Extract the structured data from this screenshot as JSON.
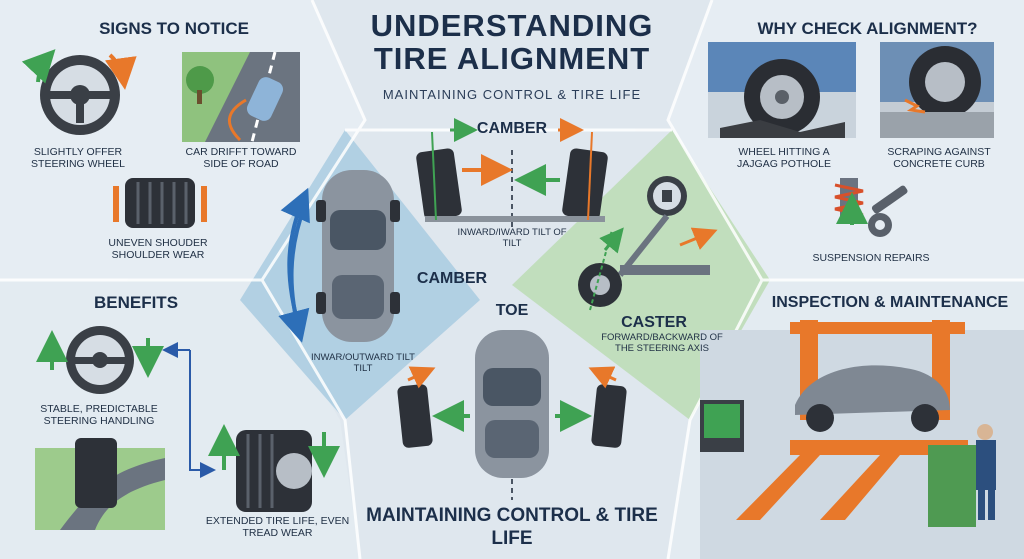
{
  "header": {
    "title_line1": "Understanding",
    "title_line2": "Tire Alignment",
    "subtitle": "Maintaining Control & Tire Life"
  },
  "signs": {
    "heading": "Signs to Notice",
    "steering_caption": "Slightly offer steering wheel",
    "drift_caption": "Car drifft toward side of road",
    "wear_caption": "Uneven shouder shoulder wear"
  },
  "why": {
    "heading": "Why Check Alignment?",
    "pothole_caption": "Wheel hitting a jajgag pothole",
    "curb_caption": "Scraping against concrete curb",
    "suspension_caption": "Suspension Repairs"
  },
  "benefits": {
    "heading": "Benefits",
    "steering_caption": "Stable, predictable steering handling",
    "tire_caption": "Extended tire life, even tread wear"
  },
  "inspection": {
    "heading": "Inspection & Maintenance"
  },
  "camber_top": {
    "label": "Camber",
    "caption": "Inward/iward tilt of tilt"
  },
  "camber_left": {
    "label": "Camber",
    "caption": "Inwar/outward tilt tilt"
  },
  "caster": {
    "label": "Caster",
    "caption": "Forward/backward of the steering axis"
  },
  "toe": {
    "label": "Toe"
  },
  "footer": {
    "title": "Maintaining Control & Tire Life"
  },
  "colors": {
    "navy": "#1c2f4a",
    "blue_panel": "#a9cbe0",
    "green_panel": "#bcdcb4",
    "orange_arrow": "#e8782a",
    "green_arrow": "#3fa253",
    "blue_arrow": "#2d6fb8"
  }
}
